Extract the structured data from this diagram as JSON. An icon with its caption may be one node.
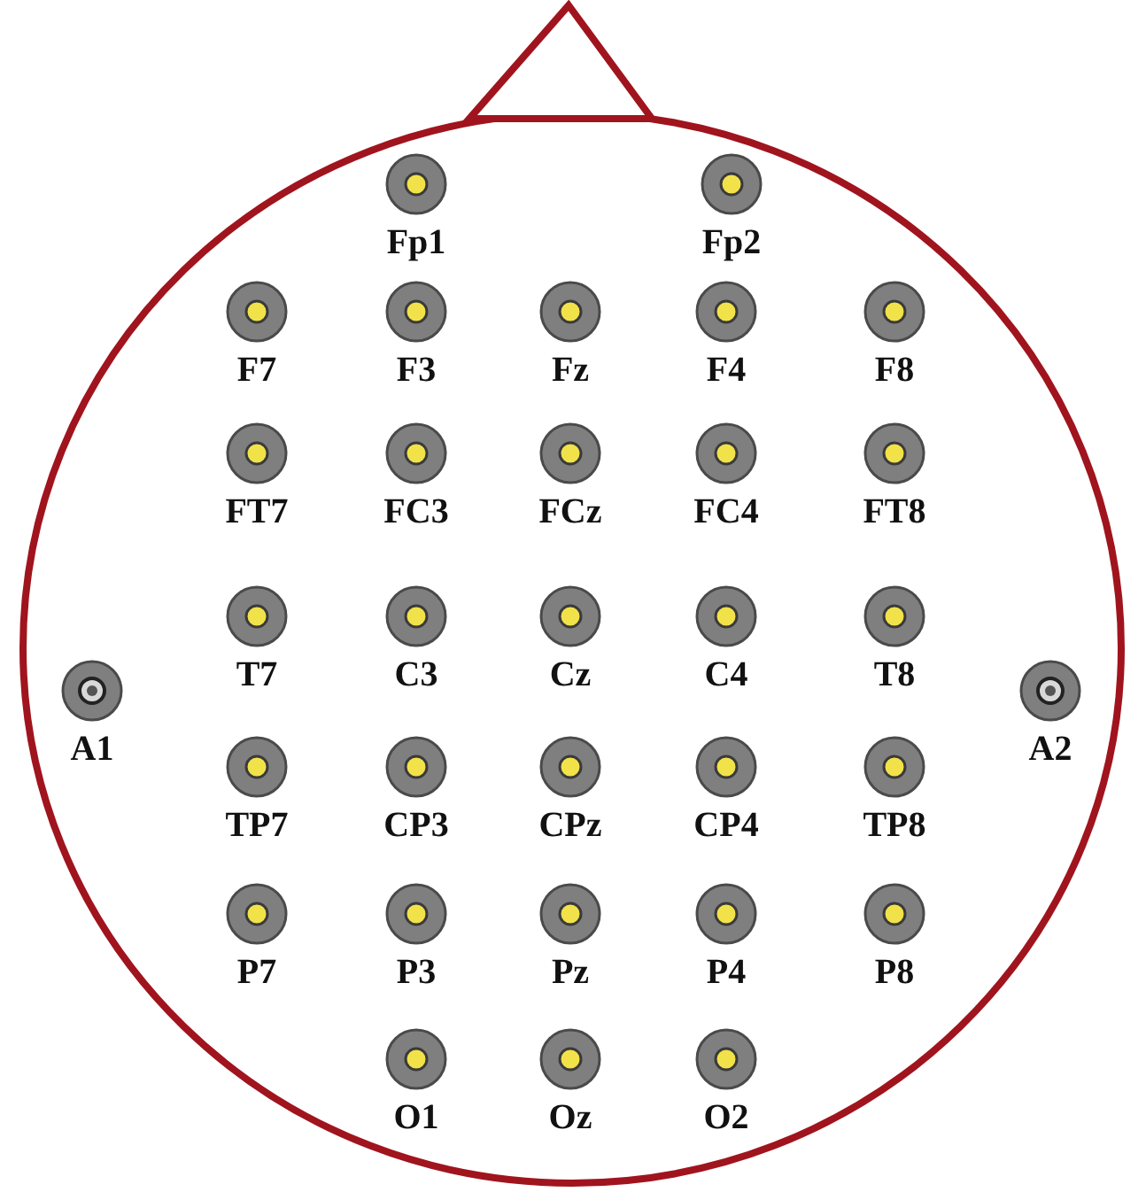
{
  "diagram": {
    "nodes": [
      {
        "text": [
          "Fp1"
        ]
      },
      {
        "text": [
          "Fp2"
        ]
      },
      {
        "text": [
          "F7"
        ]
      },
      {
        "text": [
          "F3"
        ]
      },
      {
        "text": [
          "Fz"
        ]
      },
      {
        "text": [
          "F4"
        ]
      },
      {
        "text": [
          "F8"
        ]
      },
      {
        "text": [
          "FT7"
        ]
      },
      {
        "text": [
          "FC3"
        ]
      },
      {
        "text": [
          "FCz"
        ]
      },
      {
        "text": [
          "FC4"
        ]
      },
      {
        "text": [
          "FT8"
        ]
      },
      {
        "text": [
          "A1"
        ]
      },
      {
        "text": [
          "T7"
        ]
      },
      {
        "text": [
          "C3"
        ]
      },
      {
        "text": [
          "Cz"
        ]
      },
      {
        "text": [
          "C4"
        ]
      },
      {
        "text": [
          "T8"
        ]
      },
      {
        "text": [
          "A2"
        ]
      },
      {
        "text": [
          "TP7"
        ]
      },
      {
        "text": [
          "CP3"
        ]
      },
      {
        "text": [
          "CPz"
        ]
      },
      {
        "text": [
          "CP4"
        ]
      },
      {
        "text": [
          "TP8"
        ]
      },
      {
        "text": [
          "P7"
        ]
      },
      {
        "text": [
          "P3"
        ]
      },
      {
        "text": [
          "Pz"
        ]
      },
      {
        "text": [
          "P4"
        ]
      },
      {
        "text": [
          "P8"
        ]
      },
      {
        "text": [
          "O1"
        ]
      },
      {
        "text": [
          "Oz"
        ]
      },
      {
        "text": [
          "O2"
        ]
      }
    ]
  }
}
